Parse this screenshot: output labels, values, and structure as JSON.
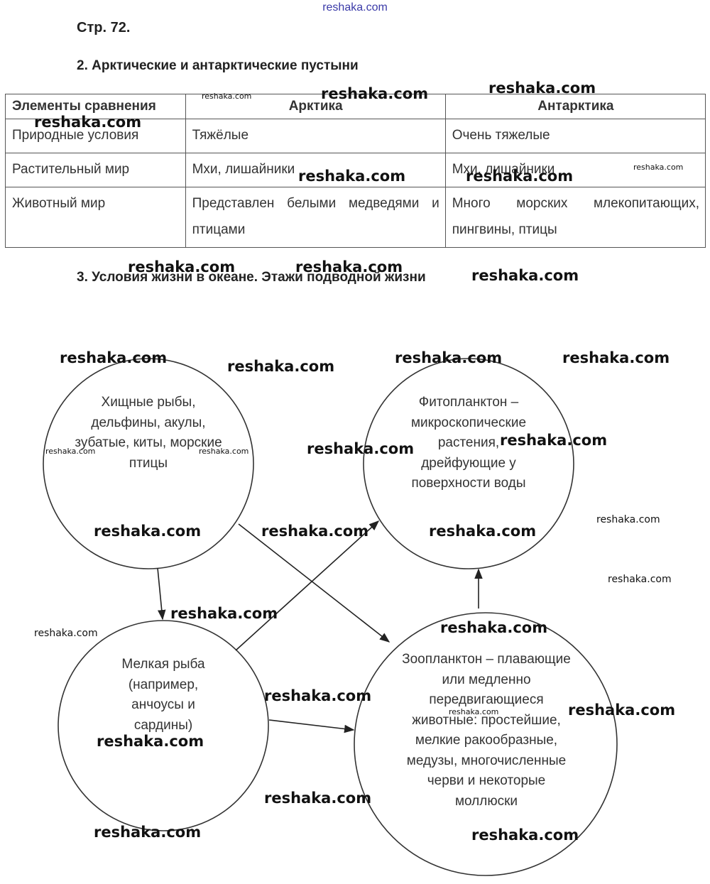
{
  "site_header": "reshaka.com",
  "page_number": "Стр. 72.",
  "section2": {
    "title": "2. Арктические и антарктические пустыни",
    "headers": [
      "Элементы сравнения",
      "Арктика",
      "Антарктика"
    ],
    "rows": [
      [
        "Природные условия",
        "Тяжёлые",
        "Очень тяжелые"
      ],
      [
        "Растительный мир",
        "Мхи, лишайники",
        "Мхи, лишайники"
      ],
      [
        "Животный мир",
        "Представлен белыми медведями и птицами",
        "Много морских млекопитающих, пингвины, птицы"
      ]
    ]
  },
  "section3": {
    "title": "3. Условия жизни в океане. Этажи подводной жизни",
    "nodes": {
      "predators": "Хищные рыбы, дельфины, акулы, зубатые, киты, морские птицы",
      "phytoplankton": "Фитопланктон – микроскопические растения, дрейфующие у поверхности воды",
      "small_fish": "Мелкая рыба (например, анчоусы и сардины)",
      "zooplankton": "Зоопланктон – плавающие или медленно передвигающиеся животные: простейшие, мелкие ракообразные, медузы, многочисленные черви и некоторые моллюски"
    }
  },
  "watermark": "reshaka.com"
}
